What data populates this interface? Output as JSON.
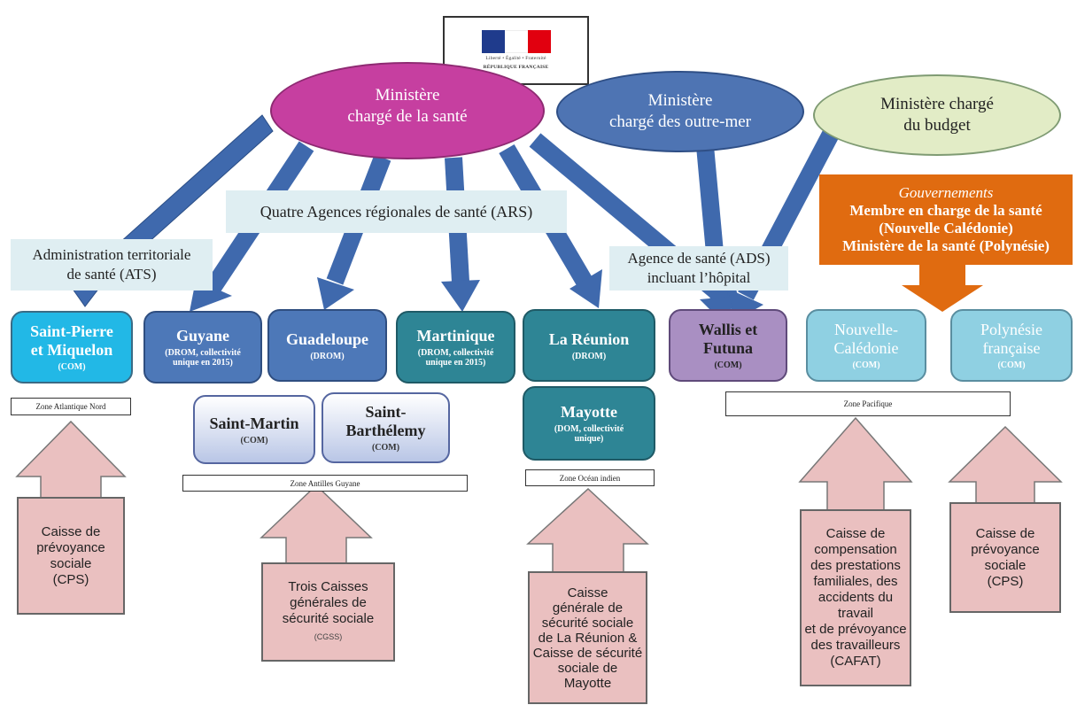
{
  "logo": {
    "icon": "republique-francaise-logo",
    "flag_colors": [
      "#1f3b8c",
      "#ffffff",
      "#e1000f"
    ],
    "motto": "Liberté • Égalité • Fraternité",
    "name": "RÉPUBLIQUE FRANÇAISE"
  },
  "ministries": {
    "sante": {
      "line1": "Ministère",
      "line2": "chargé de la santé"
    },
    "outre_mer": {
      "line1": "Ministère",
      "line2": "chargé des outre-mer"
    },
    "budget": {
      "line1": "Ministère chargé",
      "line2": "du budget"
    }
  },
  "agencies": {
    "ars": "Quatre Agences régionales de santé (ARS)",
    "ats": {
      "line1": "Administration territoriale",
      "line2": "de santé (ATS)"
    },
    "ads": {
      "line1": "Agence de santé  (ADS)",
      "line2": "incluant l’hôpital"
    }
  },
  "gouvernements": {
    "title": "Gouvernements",
    "line1": "Membre en charge de la santé",
    "line2": "(Nouvelle Calédonie)",
    "line3": "Ministère de la santé (Polynésie)"
  },
  "territories": {
    "spm": {
      "name_l1": "Saint-Pierre",
      "name_l2": "et Miquelon",
      "status": "(COM)"
    },
    "guyane": {
      "name": "Guyane",
      "status_l1": "(DROM, collectivité",
      "status_l2": "unique en 2015)"
    },
    "guadeloupe": {
      "name": "Guadeloupe",
      "status": "(DROM)"
    },
    "martinique": {
      "name": "Martinique",
      "status_l1": "(DROM, collectivité",
      "status_l2": "unique en 2015)"
    },
    "reunion": {
      "name": "La Réunion",
      "status": "(DROM)"
    },
    "wallis": {
      "name_l1": "Wallis et",
      "name_l2": "Futuna",
      "status": "(COM)"
    },
    "nc": {
      "name_l1": "Nouvelle-",
      "name_l2": "Calédonie",
      "status": "(COM)"
    },
    "polynesie": {
      "name_l1": "Polynésie",
      "name_l2": "française",
      "status": "(COM)"
    },
    "saint_martin": {
      "name": "Saint-Martin",
      "status": "(COM)"
    },
    "saint_barth": {
      "name_l1": "Saint-",
      "name_l2": "Barthélemy",
      "status": "(COM)"
    },
    "mayotte": {
      "name": "Mayotte",
      "status_l1": "(DOM, collectivité",
      "status_l2": "unique)"
    }
  },
  "zones": {
    "atlantique": "Zone Atlantique Nord",
    "antilles": "Zone Antilles Guyane",
    "ocean_indien": "Zone Océan indien",
    "pacifique": "Zone Pacifique"
  },
  "caisses": {
    "cps_spm": [
      "Caisse de",
      "prévoyance",
      "sociale",
      "(CPS)"
    ],
    "cgss": [
      "Trois Caisses",
      "générales de",
      "sécurité sociale"
    ],
    "cgss_small": "(CGSS)",
    "reunion_mayotte": [
      "Caisse",
      "générale de",
      "sécurité sociale",
      "de La Réunion &",
      "Caisse de sécurité",
      "sociale de",
      "Mayotte"
    ],
    "cafat": [
      "Caisse de",
      "compensation",
      "des prestations",
      "familiales, des",
      "accidents du travail",
      "et de prévoyance",
      "des travailleurs",
      "(CAFAT)"
    ],
    "cps_pf": [
      "Caisse de",
      "prévoyance",
      "sociale",
      "(CPS)"
    ]
  },
  "colors": {
    "ministere_sante": "#c63fa0",
    "ministere_outre_mer": "#4e74b3",
    "ministere_budget": "#e2ecc6",
    "arrow_blue": "#3f69ad",
    "arrow_pink": "#eac0c0",
    "gouvernements": "#e06b10"
  }
}
